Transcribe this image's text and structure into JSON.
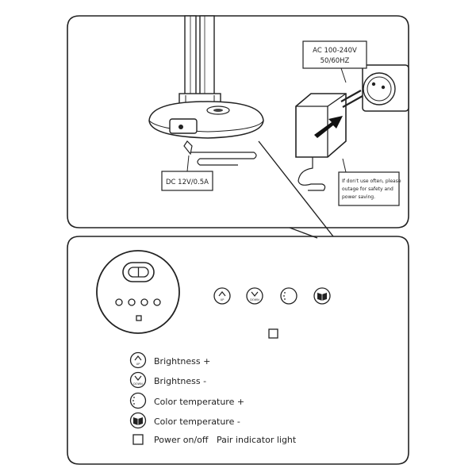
{
  "top_panel": {
    "adapter_label_line1": "AC 100-240V",
    "adapter_label_line2": "50/60HZ",
    "dc_label": "DC 12V/0.5A",
    "note_line1": "If don't use often, please",
    "note_line2": "outage for safety and",
    "note_line3": "power saving."
  },
  "bottom_panel": {
    "buttons": [
      {
        "icon": "up-arrow-icon",
        "text": "UP"
      },
      {
        "icon": "down-arrow-icon",
        "text": "DOWN"
      },
      {
        "icon": "moon-sun-icon",
        "text": ""
      },
      {
        "icon": "book-icon",
        "text": ""
      }
    ],
    "legend": [
      {
        "icon": "up-arrow-icon",
        "icon_text": "UP",
        "label": "Brightness +"
      },
      {
        "icon": "down-arrow-icon",
        "icon_text": "DOWN",
        "label": "Brightness -"
      },
      {
        "icon": "moon-sun-icon",
        "icon_text": "",
        "label": "Color temperature +"
      },
      {
        "icon": "book-icon",
        "icon_text": "",
        "label": "Color temperature -"
      },
      {
        "icon": "square-indicator-icon",
        "icon_text": "",
        "label": "Power on/off   Pair indicator light"
      }
    ]
  }
}
